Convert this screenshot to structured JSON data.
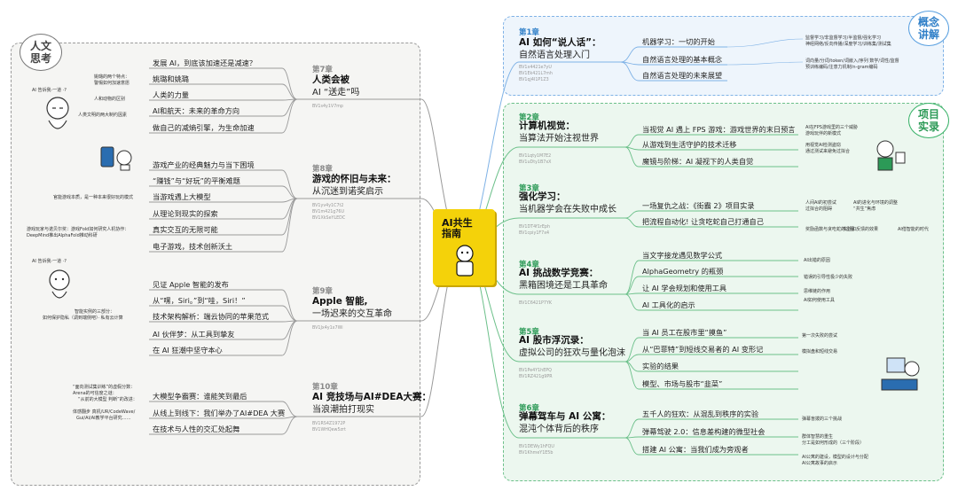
{
  "left": {
    "tag": "人文\n思考",
    "chapters": [
      {
        "chap": "第7章",
        "title1": "人类会被",
        "title2": "AI “送走”吗",
        "bv": [
          "BV1s4y1V7mp"
        ],
        "items": [
          "发展 AI，到底该加速还是减速？",
          "姚璐和姚璐",
          "人类的力量",
          "AI和航天：未来的革命方向",
          "做自己的减熵引擎，为生命加速"
        ],
        "notes": [
          "姚璐的两个特点：",
          "警惕如何加速意愿",
          "人和动物的区别",
          "人类文明的两大制约因素"
        ]
      },
      {
        "chap": "第8章",
        "title1": "游戏的怀旧与未来：",
        "title2": "从沉迷到诺奖启示",
        "bv": [
          "BV1yv4y1C7t2",
          "BV1m421g76U",
          "BV1XkSeYLEDC"
        ],
        "items": [
          "游戏产业的经典魅力与当下困境",
          "“赚钱”与“好玩”的平衡难题",
          "当游戏遇上大模型",
          "从理论到现实的探索",
          "真实交互的无限可能",
          "电子游戏，技术创新沃土"
        ],
        "notes": [
          "官能游戏本质，是一种本来很好玩的模式",
          "游戏玩家与诺贝尔奖：游戏Fold如何研究人机协作：",
          "DeepMind推出AlphaFold推动科研"
        ]
      },
      {
        "chap": "第9章",
        "title1": "Apple 智能,",
        "title2": "一场迟来的交互革命",
        "bv": [
          "BV1Jx4y1x7Wi"
        ],
        "items": [
          "见证 Apple 智能的发布",
          "从“嘿，Siri。”到“哇，Siri！”",
          "技术架构解析：端云协同的苹果范式",
          "AI 伙伴梦：从工具到挚友",
          "在 AI 狂潮中坚守本心"
        ],
        "notes": [
          "智能实例的三部分：",
          "如何保护隐私（调到端侧吧）· 私有云计算"
        ]
      },
      {
        "chap": "第10章",
        "title1": "AI 竞技场与AI#DEA大赛：",
        "title2": "当浪潮拍打现实",
        "bv": [
          "BV1RS4Z1972P",
          "BV1WHQew5zrt"
        ],
        "items": [
          "大模型争霸赛：谁能笑到最后",
          "从线上到线下：我们举办了AI#DEA 大赛",
          "在技术与人性的交汇处起舞"
        ],
        "notes": [
          "“面向测试集训练”的虚假分数：",
          "Arena的可信度之谜：",
          "“从前的大模型 判断”的改进：",
          "体感翻步 真机/UR/CodeWave/",
          "Gui/AI/AI教学平台研究……"
        ]
      }
    ],
    "speech1": "AI 告诉我·一道 ·?",
    "speech2": "AI 告诉我·一道 ·?"
  },
  "concept": {
    "tag": "概念\n讲解",
    "chap": "第1章",
    "title1": "AI 如何“说人话”：",
    "title2": "自然语言处理入门",
    "bv": [
      "BV1x4421e7yU",
      "BV1Ek421L7mh",
      "BV1qj4I1P1Z3"
    ],
    "items": [
      "机器学习：一切的开始",
      "自然语言处理的基本概念",
      "自然语言处理的未来展望"
    ],
    "notes": [
      "监督学习/非监督学习/半监督/强化学习",
      "神经网络/反向传播/深度学习/训练集/测试集",
      "词向量/分词/token/词嵌入/序列 数学/词性/监督",
      "预训练编码/注意力机制/n-gram编码"
    ]
  },
  "project": {
    "tag": "项目\n实录",
    "chapters": [
      {
        "chap": "第2章",
        "title1": "计算机视觉：",
        "title2": "当算法开始注视世界",
        "bv": [
          "BV1Lqty1M7E2",
          "BV1uDty1B7xX"
        ],
        "items": [
          "当视觉 AI 遇上 FPS 游戏：游戏世界的末日预言",
          "从游戏到生活守护的技术迁移",
          "魔镜与阶梯：AI 凝视下的人类自觉"
        ],
        "notes": [
          "AI在FPS游戏里的三个威胁",
          "游戏玩伴的新模式",
          "用视觉AI检测盗窃",
          "通过测试来避免过拟合"
        ]
      },
      {
        "chap": "第3章",
        "title1": "强化学习：",
        "title2": "当机器学会在失败中成长",
        "bv": [
          "BV1DT4f1rEph",
          "BV1cpiy1F7x4"
        ],
        "items": [
          "一场复仇之战：《街霸 2》项目实录",
          "把流程自动化! 让贪吃蛇自己打通自己"
        ],
        "notes": [
          "人间AI的初尝试",
          "AI的进化与环境的调整",
          "过拟合的阻碍",
          "“共生”焦虑",
          "奖励函数与贪吃蛇的过程",
          "实验和反馈的效果",
          "AI借智能的时代"
        ]
      },
      {
        "chap": "第4章",
        "title1": "AI 挑战数学竞赛：",
        "title2": "黑箱困境还是工具革命",
        "bv": [
          "BV1C6421P7YK"
        ],
        "items": [
          "当文字接龙遇见数学公式",
          "AlphaGeometry 的瓶颈",
          "让 AI 学会规划和使用工具",
          "AI 工具化的启示"
        ],
        "notes": [
          "AI出错的原因",
          "错误的引导性极少的失败",
          "思维链的作用",
          "AI如何使用工具"
        ]
      },
      {
        "chap": "第5章",
        "title1": "AI 股市浮沉录：",
        "title2": "虚拟公司的狂欢与量化泡沫",
        "bv": [
          "BV1Pe4Y1hEPQ",
          "BV1RZ421g9PR"
        ],
        "items": [
          "当 AI 员工在股市里“摸鱼”",
          "从“巴菲特”到短线交易者的 AI 变形记",
          "实验的结果",
          "模型、市场与股市“韭菜”"
        ],
        "notes": [
          "第一次失败的尝试",
          "模拟盘和短线交易"
        ]
      },
      {
        "chap": "第6章",
        "title1": "弹幕驾车与 AI 公寓：",
        "title2": "混沌个体背后的秩序",
        "bv": [
          "BV1DEWy1hFQU",
          "BV1KhmeY1E5b"
        ],
        "items": [
          "五千人的狂欢：从混乱到秩序的实验",
          "弹幕驾驶 2.0：信息差构建的微型社会",
          "搭建 AI 公寓：当我们成为旁观者"
        ],
        "notes": [
          "弹幕盲拨的三个挑战",
          "群体智慧的重生",
          "分工是如何形成的（三个阶段）",
          "AI公寓的建设，模型的设计与分配",
          "AI公寓故事的启示"
        ]
      }
    ]
  },
  "center": {
    "book_title": "AI共生\n指南"
  },
  "colors": {
    "blue": "#2f7fc8",
    "green": "#2c9a57",
    "gray": "#888888",
    "yellow": "#f4d20a"
  }
}
